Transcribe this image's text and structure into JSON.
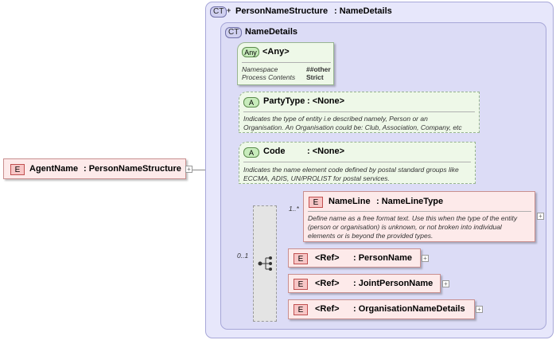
{
  "root_element": {
    "badge": "E",
    "name": "AgentName",
    "type": ": PersonNameStructure"
  },
  "complex_type_outer": {
    "badge": "CT",
    "name": "PersonNameStructure",
    "base": ": NameDetails"
  },
  "complex_type_inner": {
    "badge": "CT",
    "name": "NameDetails"
  },
  "any_element": {
    "badge": "Any",
    "label": "<Any>",
    "props": [
      {
        "key": "Namespace",
        "value": "##other"
      },
      {
        "key": "Process Contents",
        "value": "Strict"
      }
    ]
  },
  "attributes": [
    {
      "badge": "A",
      "name": "PartyType",
      "type": ": <None>",
      "doc": [
        "Indicates the type of entity i.e described namely, Person or an",
        "Organisation. An Organisation could be: Club, Association, Company, etc"
      ]
    },
    {
      "badge": "A",
      "name": "Code",
      "type": ": <None>",
      "doc": [
        "Indicates the name element code defined by postal standard groups like",
        "ECCMA, ADIS, UN/PROLIST for postal services."
      ]
    }
  ],
  "choice_cardinality": "0..1",
  "elements": [
    {
      "badge": "E",
      "name": "NameLine",
      "type": ": NameLineType",
      "cardinality": "1..*",
      "doc": [
        "Define name as a free format text. Use this when the type of the entity",
        "(person or organisation) is unknown, or not broken into individual",
        "elements or is beyond the provided types."
      ]
    },
    {
      "badge": "E",
      "ref": "<Ref>",
      "type": ": PersonName"
    },
    {
      "badge": "E",
      "ref": "<Ref>",
      "type": ": JointPersonName"
    },
    {
      "badge": "E",
      "ref": "<Ref>",
      "type": ": OrganisationNameDetails"
    }
  ],
  "expand_symbol": "+",
  "colors": {
    "complex_type_bg": "#e7e7fb",
    "element_bg": "#fdeaea",
    "attribute_bg": "#eef8e8"
  }
}
